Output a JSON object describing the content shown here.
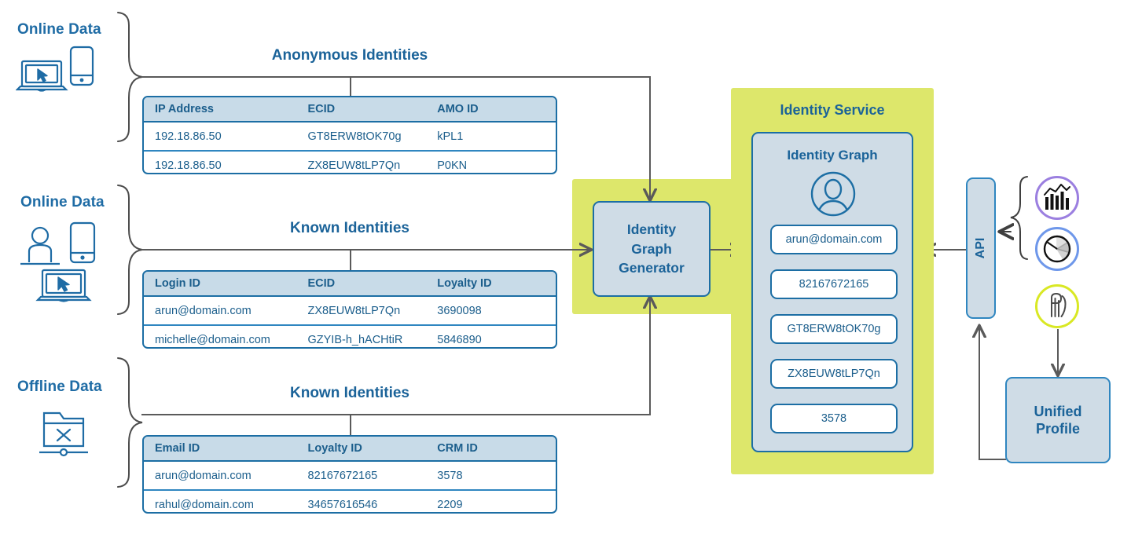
{
  "diagram": {
    "title": "Identity Service data flow",
    "colors": {
      "brand_blue": "#1b6399",
      "line_blue": "#1c6ea4",
      "table_header_bg": "#c8dbe8",
      "panel_blue": "#cfdce6",
      "service_green": "#dde76b",
      "wire_gray": "#5a5a5a",
      "icon_purple": "#9b7fe0",
      "icon_blue": "#6e97ea",
      "icon_yellow": "#d9e824"
    }
  },
  "sources": [
    {
      "label": "Online Data",
      "icons": [
        "mobile-phone-icon",
        "laptop-cursor-icon"
      ],
      "section_title": "Anonymous Identities",
      "table": {
        "headers": [
          "IP Address",
          "ECID",
          "AMO ID"
        ],
        "rows": [
          [
            "192.18.86.50",
            "GT8ERW8tOK70g",
            "kPL1"
          ],
          [
            "192.18.86.50",
            "ZX8EUW8tLP7Qn",
            "P0KN"
          ]
        ]
      }
    },
    {
      "label": "Online Data",
      "icons": [
        "person-icon",
        "mobile-phone-icon",
        "laptop-cursor-icon"
      ],
      "section_title": "Known Identities",
      "table": {
        "headers": [
          "Login ID",
          "ECID",
          "Loyalty ID"
        ],
        "rows": [
          [
            "arun@domain.com",
            "ZX8EUW8tLP7Qn",
            "3690098"
          ],
          [
            "michelle@domain.com",
            "GZYIB-h_hACHtiR",
            "5846890"
          ]
        ]
      }
    },
    {
      "label": "Offline Data",
      "icons": [
        "folder-x-icon"
      ],
      "section_title": "Known Identities",
      "table": {
        "headers": [
          "Email ID",
          "Loyalty ID",
          "CRM ID"
        ],
        "rows": [
          [
            "arun@domain.com",
            "82167672165",
            "3578"
          ],
          [
            "rahul@domain.com",
            "34657616546",
            "2209"
          ]
        ]
      }
    }
  ],
  "generator": {
    "label": "Identity\nGraph\nGenerator",
    "line1": "Identity",
    "line2": "Graph",
    "line3": "Generator"
  },
  "identity_service": {
    "title": "Identity Service",
    "graph": {
      "title": "Identity Graph",
      "avatar": "person-avatar-icon",
      "nodes": [
        "arun@domain.com",
        "82167672165",
        "GT8ERW8tOK70g",
        "ZX8EUW8tLP7Qn",
        "3578"
      ]
    }
  },
  "api": {
    "label": "API"
  },
  "apps": [
    {
      "name": "analytics-bar-chart-icon",
      "ring_color": "#9b7fe0"
    },
    {
      "name": "pie-chart-icon",
      "ring_color": "#6e97ea"
    },
    {
      "name": "experience-platform-icon",
      "ring_color": "#d9e824"
    }
  ],
  "unified_profile": {
    "line1": "Unified",
    "line2": "Profile"
  }
}
